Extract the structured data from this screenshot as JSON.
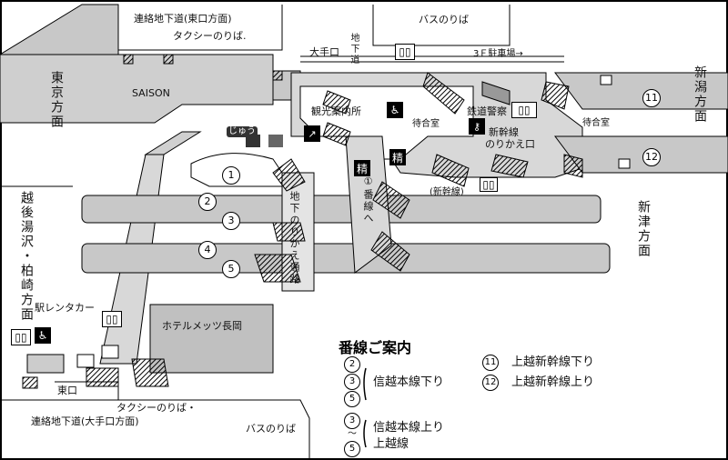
{
  "labels": {
    "tunnel_east": "連絡地下道(東口方面)",
    "taxi_top": "タクシーのりば.",
    "bus_top": "バスのりば",
    "otemon": "大手口",
    "underground_passage": "地下道",
    "parking": "3Ｆ駐車場→",
    "saison": "SAISON",
    "tokyo": "東京方面",
    "niigata": "新潟方面",
    "kanko": "観光案内所",
    "waiting1": "待合室",
    "waiting2": "待合室",
    "rail_police": "鉄道警察",
    "shinkansen_transfer_1": "新幹線",
    "shinkansen_transfer_2": "のりかえ口",
    "shinkansen_paren": "(新幹線)",
    "bansen": "①番線へ",
    "echigo": "越後湯沢・柏崎方面",
    "niitsu": "新津方面",
    "underground_transfer": "地下のりかえ通路",
    "rent_a_car": "駅レンタカー",
    "hotel": "ホテルメッツ長岡",
    "higashiguchi": "東口",
    "taxi_bottom": "タクシーのりば・",
    "tunnel_otemon": "連絡地下道(大手口方面)",
    "bus_bottom": "バスのりば",
    "jyu_sign": "じゅう"
  },
  "platforms": [
    "1",
    "2",
    "3",
    "4",
    "5"
  ],
  "shinkansen_platforms": [
    "11",
    "12"
  ],
  "legend": {
    "title": "番線ご案内",
    "rows": [
      {
        "nums": [
          "2",
          "3",
          "5"
        ],
        "sep": "～",
        "text": "信越本線下り"
      },
      {
        "nums": [
          "3",
          "5"
        ],
        "sep": "～",
        "text_lines": [
          "信越本線上り",
          "上越線"
        ]
      }
    ],
    "right": [
      {
        "num": "11",
        "text": "上越新幹線下り"
      },
      {
        "num": "12",
        "text": "上越新幹線上り"
      }
    ]
  },
  "icons": {
    "toilet": "トイレ",
    "wheelchair": "♿",
    "seisan": "精",
    "key": "鍵"
  }
}
